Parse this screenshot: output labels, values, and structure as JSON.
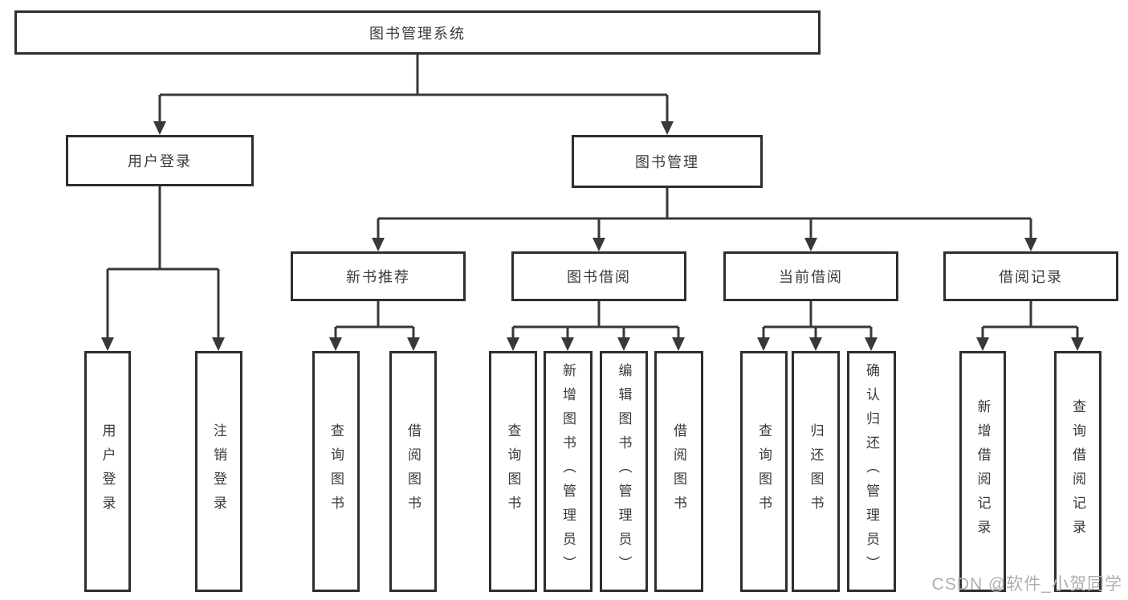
{
  "diagram": {
    "root_label": "图书管理系统",
    "level2": [
      {
        "label": "用户登录",
        "leaves": [
          "用户登录",
          "注销登录"
        ]
      },
      {
        "label": "图书管理"
      }
    ],
    "level3": [
      {
        "label": "新书推荐",
        "leaves": [
          "查询图书",
          "借阅图书"
        ]
      },
      {
        "label": "图书借阅",
        "leaves": [
          "查询图书",
          "新增图书（管理员）",
          "编辑图书（管理员）",
          "借阅图书"
        ]
      },
      {
        "label": "当前借阅",
        "leaves": [
          "查询图书",
          "归还图书",
          "确认归还（管理员）"
        ]
      },
      {
        "label": "借阅记录",
        "leaves": [
          "新增借阅记录",
          "查询借阅记录"
        ]
      }
    ],
    "watermark": "CSDN @软件_小贺同学",
    "colors": {
      "line": "#383838",
      "border": "#2e2e2e",
      "text": "#3a3a3a",
      "watermark": "#aeaeae",
      "background": "#ffffff"
    }
  }
}
